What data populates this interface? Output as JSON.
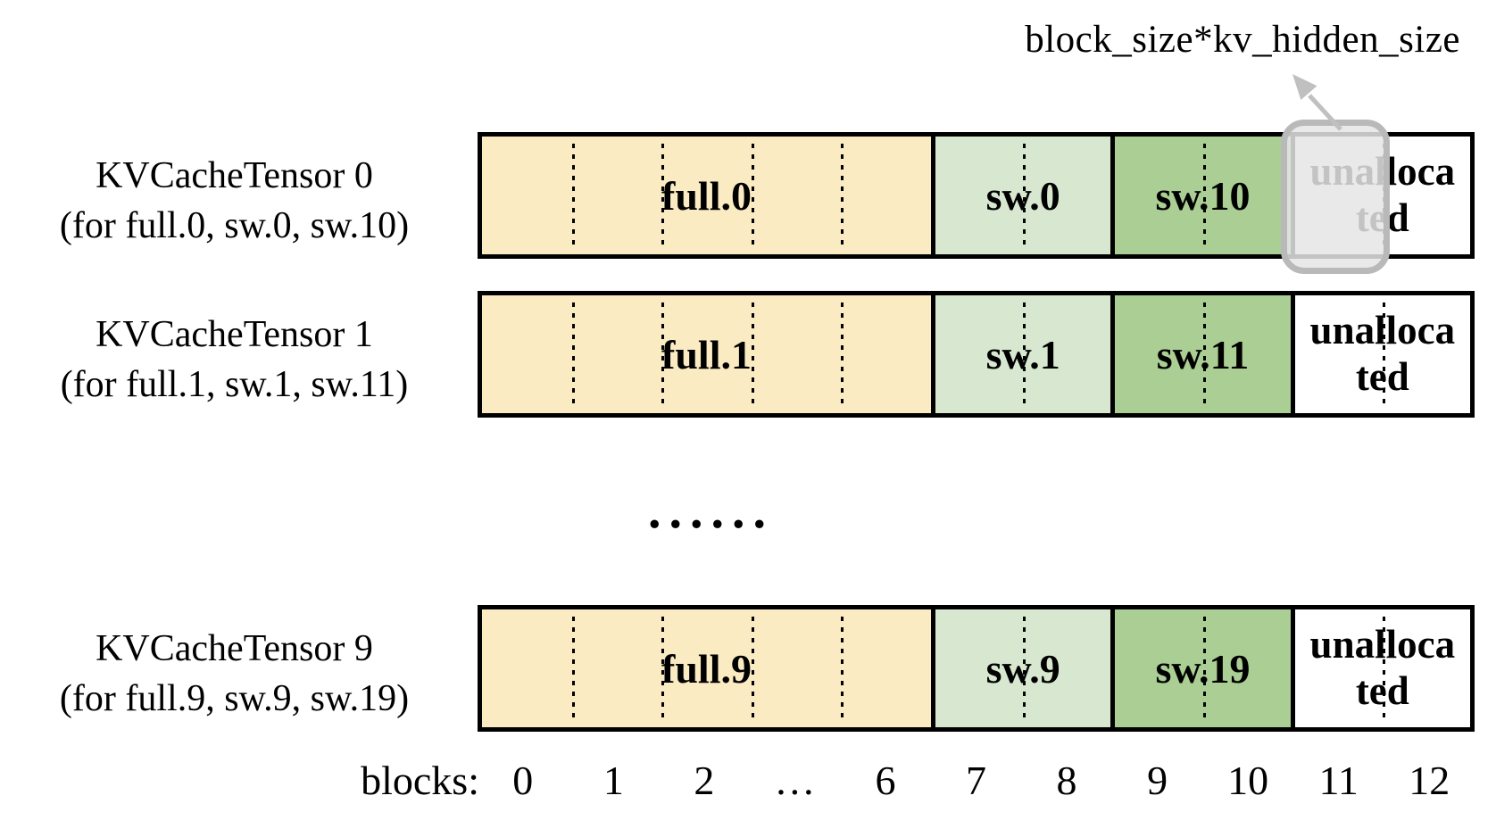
{
  "title": "block_size*kv_hidden_size",
  "rows": [
    {
      "title": "KVCacheTensor 0",
      "subtitle": "(for full.0, sw.0, sw.10)",
      "segments": [
        {
          "label": "full.0"
        },
        {
          "label": "sw.0"
        },
        {
          "label": "sw.10"
        },
        {
          "label": "unallocated",
          "line1": "unalloca",
          "line2": "ted"
        }
      ]
    },
    {
      "title": "KVCacheTensor 1",
      "subtitle": "(for full.1, sw.1, sw.11)",
      "segments": [
        {
          "label": "full.1"
        },
        {
          "label": "sw.1"
        },
        {
          "label": "sw.11"
        },
        {
          "label": "unallocated",
          "line1": "unalloca",
          "line2": "ted"
        }
      ]
    },
    {
      "title": "KVCacheTensor 9",
      "subtitle": "(for full.9, sw.9, sw.19)",
      "segments": [
        {
          "label": "full.9"
        },
        {
          "label": "sw.9"
        },
        {
          "label": "sw.19"
        },
        {
          "label": "unallocated",
          "line1": "unalloca",
          "line2": "ted"
        }
      ]
    }
  ],
  "ellipsis": "......",
  "axis": {
    "label": "blocks:",
    "ticks": [
      "0",
      "1",
      "2",
      "…",
      "6",
      "7",
      "8",
      "9",
      "10",
      "11",
      "12"
    ]
  },
  "colors": {
    "full": "#FAEBC3",
    "sw_window": "#D8E8D0",
    "sw_window_prev": "#AACE93",
    "unallocated": "#FFFFFF",
    "ink": "#000000",
    "highlight_fill": "rgba(229,229,229,0.85)",
    "highlight_border": "#B9B9B9",
    "arrow": "#C0C0C0"
  }
}
